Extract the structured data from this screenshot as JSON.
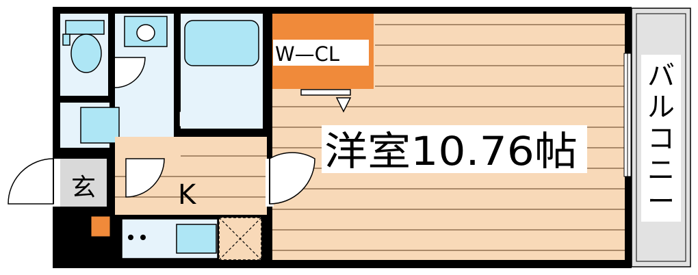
{
  "rooms": {
    "wcl": "W—CL",
    "western": "洋室10.76帖",
    "kitchen": "K",
    "entrance": "玄",
    "balcony": [
      "バ",
      "ル",
      "コ",
      "ニ",
      "ー"
    ]
  },
  "colors": {
    "wall": "#000000",
    "wood_floor": "#f8d9b8",
    "floor_line": "#7a5a3a",
    "wet_area": "#e6f3fb",
    "fixture": "#aee6f5",
    "wcl_fill": "#f08a3a",
    "entrance_floor": "#d9d9d9",
    "balcony_floor": "#e2e2e2",
    "shoe_box": "#f08a3a"
  }
}
